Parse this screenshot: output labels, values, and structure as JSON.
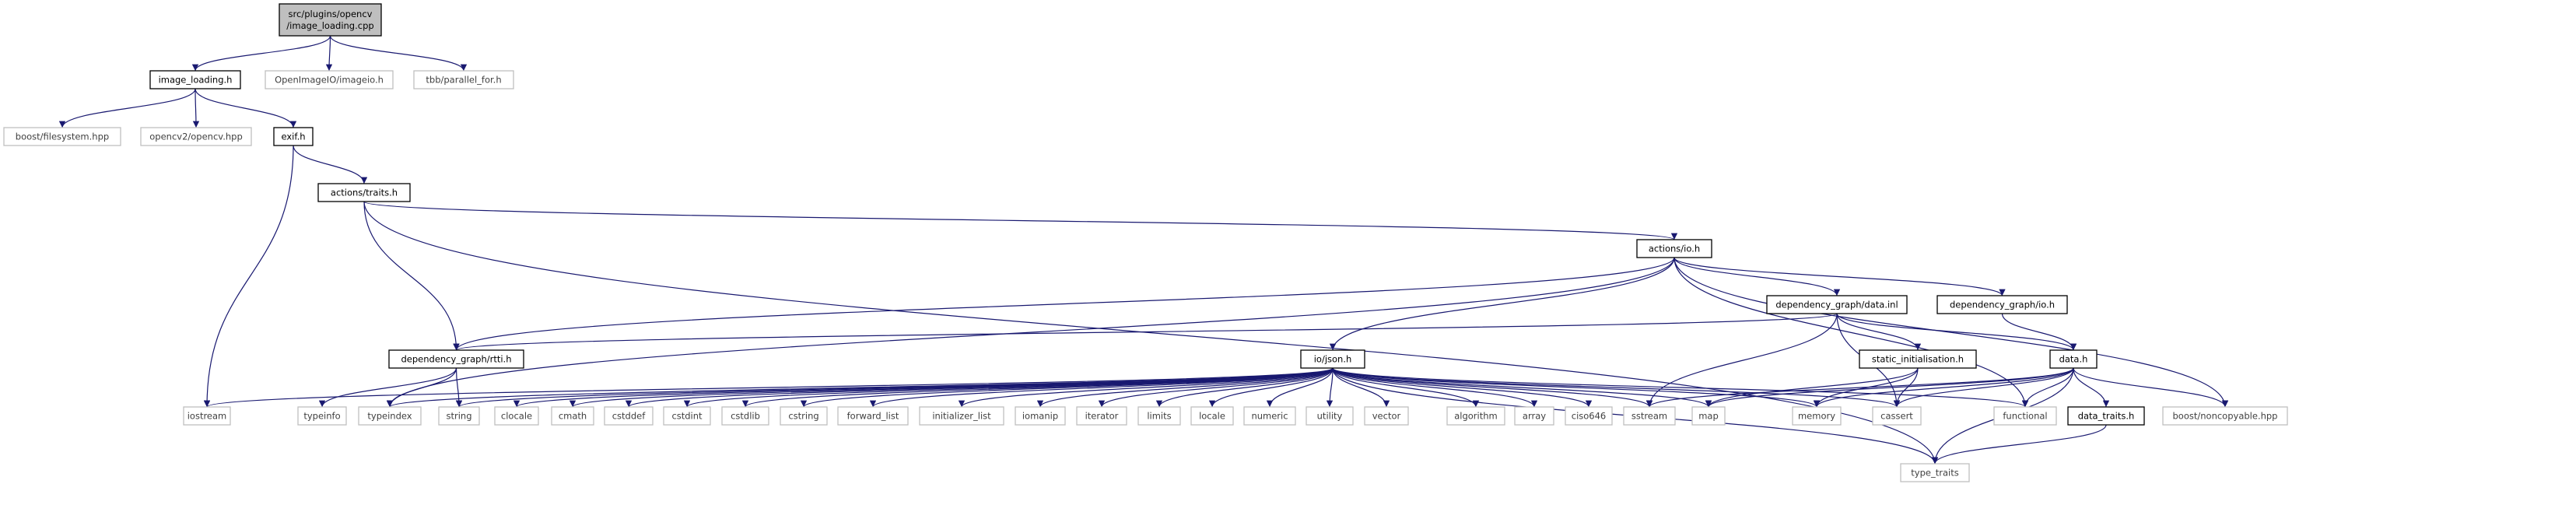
{
  "colors": {
    "edge": "#191970",
    "root_fill": "#bfbfbf",
    "root_border": "#000000",
    "documented_border": "#000000",
    "external_border": "#bfbfbf",
    "documented_text": "#000000",
    "external_text": "#404040"
  },
  "nodes": [
    {
      "id": "root",
      "kind": "root",
      "lines": [
        "src/plugins/opencv",
        "/image_loading.cpp"
      ]
    },
    {
      "id": "image_loading_h",
      "kind": "documented",
      "lines": [
        "image_loading.h"
      ]
    },
    {
      "id": "openimageio",
      "kind": "external",
      "lines": [
        "OpenImageIO/imageio.h"
      ]
    },
    {
      "id": "tbb_parallel_for",
      "kind": "external",
      "lines": [
        "tbb/parallel_for.h"
      ]
    },
    {
      "id": "boost_filesystem",
      "kind": "external",
      "lines": [
        "boost/filesystem.hpp"
      ]
    },
    {
      "id": "opencv2_opencv",
      "kind": "external",
      "lines": [
        "opencv2/opencv.hpp"
      ]
    },
    {
      "id": "exif_h",
      "kind": "documented",
      "lines": [
        "exif.h"
      ]
    },
    {
      "id": "actions_traits",
      "kind": "documented",
      "lines": [
        "actions/traits.h"
      ]
    },
    {
      "id": "actions_io",
      "kind": "documented",
      "lines": [
        "actions/io.h"
      ]
    },
    {
      "id": "dg_data_inl",
      "kind": "documented",
      "lines": [
        "dependency_graph/data.inl"
      ]
    },
    {
      "id": "dg_io_h",
      "kind": "documented",
      "lines": [
        "dependency_graph/io.h"
      ]
    },
    {
      "id": "dg_rtti_h",
      "kind": "documented",
      "lines": [
        "dependency_graph/rtti.h"
      ]
    },
    {
      "id": "io_json_h",
      "kind": "documented",
      "lines": [
        "io/json.h"
      ]
    },
    {
      "id": "static_init_h",
      "kind": "documented",
      "lines": [
        "static_initialisation.h"
      ]
    },
    {
      "id": "data_h",
      "kind": "documented",
      "lines": [
        "data.h"
      ]
    },
    {
      "id": "data_traits_h",
      "kind": "documented",
      "lines": [
        "data_traits.h"
      ]
    },
    {
      "id": "iostream",
      "kind": "external",
      "lines": [
        "iostream"
      ]
    },
    {
      "id": "typeinfo",
      "kind": "external",
      "lines": [
        "typeinfo"
      ]
    },
    {
      "id": "typeindex",
      "kind": "external",
      "lines": [
        "typeindex"
      ]
    },
    {
      "id": "string",
      "kind": "external",
      "lines": [
        "string"
      ]
    },
    {
      "id": "clocale",
      "kind": "external",
      "lines": [
        "clocale"
      ]
    },
    {
      "id": "cmath",
      "kind": "external",
      "lines": [
        "cmath"
      ]
    },
    {
      "id": "cstddef",
      "kind": "external",
      "lines": [
        "cstddef"
      ]
    },
    {
      "id": "cstdint",
      "kind": "external",
      "lines": [
        "cstdint"
      ]
    },
    {
      "id": "cstdlib",
      "kind": "external",
      "lines": [
        "cstdlib"
      ]
    },
    {
      "id": "cstring",
      "kind": "external",
      "lines": [
        "cstring"
      ]
    },
    {
      "id": "forward_list",
      "kind": "external",
      "lines": [
        "forward_list"
      ]
    },
    {
      "id": "initializer_list",
      "kind": "external",
      "lines": [
        "initializer_list"
      ]
    },
    {
      "id": "iomanip",
      "kind": "external",
      "lines": [
        "iomanip"
      ]
    },
    {
      "id": "iterator",
      "kind": "external",
      "lines": [
        "iterator"
      ]
    },
    {
      "id": "limits",
      "kind": "external",
      "lines": [
        "limits"
      ]
    },
    {
      "id": "locale",
      "kind": "external",
      "lines": [
        "locale"
      ]
    },
    {
      "id": "numeric",
      "kind": "external",
      "lines": [
        "numeric"
      ]
    },
    {
      "id": "utility",
      "kind": "external",
      "lines": [
        "utility"
      ]
    },
    {
      "id": "vector",
      "kind": "external",
      "lines": [
        "vector"
      ]
    },
    {
      "id": "algorithm",
      "kind": "external",
      "lines": [
        "algorithm"
      ]
    },
    {
      "id": "array",
      "kind": "external",
      "lines": [
        "array"
      ]
    },
    {
      "id": "ciso646",
      "kind": "external",
      "lines": [
        "ciso646"
      ]
    },
    {
      "id": "sstream",
      "kind": "external",
      "lines": [
        "sstream"
      ]
    },
    {
      "id": "map",
      "kind": "external",
      "lines": [
        "map"
      ]
    },
    {
      "id": "memory",
      "kind": "external",
      "lines": [
        "memory"
      ]
    },
    {
      "id": "cassert",
      "kind": "external",
      "lines": [
        "cassert"
      ]
    },
    {
      "id": "functional",
      "kind": "external",
      "lines": [
        "functional"
      ]
    },
    {
      "id": "boost_noncopyable",
      "kind": "external",
      "lines": [
        "boost/noncopyable.hpp"
      ]
    },
    {
      "id": "type_traits",
      "kind": "external",
      "lines": [
        "type_traits"
      ]
    }
  ],
  "edges": [
    [
      "root",
      "image_loading_h"
    ],
    [
      "root",
      "openimageio"
    ],
    [
      "root",
      "tbb_parallel_for"
    ],
    [
      "image_loading_h",
      "boost_filesystem"
    ],
    [
      "image_loading_h",
      "opencv2_opencv"
    ],
    [
      "image_loading_h",
      "exif_h"
    ],
    [
      "exif_h",
      "iostream"
    ],
    [
      "exif_h",
      "actions_traits"
    ],
    [
      "actions_traits",
      "actions_io"
    ],
    [
      "actions_traits",
      "dg_rtti_h"
    ],
    [
      "actions_traits",
      "type_traits"
    ],
    [
      "actions_io",
      "dg_rtti_h"
    ],
    [
      "actions_io",
      "typeindex"
    ],
    [
      "actions_io",
      "io_json_h"
    ],
    [
      "actions_io",
      "dg_data_inl"
    ],
    [
      "actions_io",
      "dg_io_h"
    ],
    [
      "actions_io",
      "functional"
    ],
    [
      "actions_io",
      "boost_noncopyable"
    ],
    [
      "dg_data_inl",
      "dg_rtti_h"
    ],
    [
      "dg_data_inl",
      "sstream"
    ],
    [
      "dg_data_inl",
      "static_init_h"
    ],
    [
      "dg_data_inl",
      "data_h"
    ],
    [
      "dg_data_inl",
      "cassert"
    ],
    [
      "dg_io_h",
      "data_h"
    ],
    [
      "dg_rtti_h",
      "typeinfo"
    ],
    [
      "dg_rtti_h",
      "typeindex"
    ],
    [
      "dg_rtti_h",
      "string"
    ],
    [
      "io_json_h",
      "iostream"
    ],
    [
      "io_json_h",
      "typeindex"
    ],
    [
      "io_json_h",
      "string"
    ],
    [
      "io_json_h",
      "clocale"
    ],
    [
      "io_json_h",
      "cmath"
    ],
    [
      "io_json_h",
      "cstddef"
    ],
    [
      "io_json_h",
      "cstdint"
    ],
    [
      "io_json_h",
      "cstdlib"
    ],
    [
      "io_json_h",
      "cstring"
    ],
    [
      "io_json_h",
      "forward_list"
    ],
    [
      "io_json_h",
      "initializer_list"
    ],
    [
      "io_json_h",
      "iomanip"
    ],
    [
      "io_json_h",
      "iterator"
    ],
    [
      "io_json_h",
      "limits"
    ],
    [
      "io_json_h",
      "locale"
    ],
    [
      "io_json_h",
      "numeric"
    ],
    [
      "io_json_h",
      "utility"
    ],
    [
      "io_json_h",
      "vector"
    ],
    [
      "io_json_h",
      "algorithm"
    ],
    [
      "io_json_h",
      "array"
    ],
    [
      "io_json_h",
      "ciso646"
    ],
    [
      "io_json_h",
      "sstream"
    ],
    [
      "io_json_h",
      "map"
    ],
    [
      "io_json_h",
      "memory"
    ],
    [
      "io_json_h",
      "cassert"
    ],
    [
      "io_json_h",
      "functional"
    ],
    [
      "io_json_h",
      "type_traits"
    ],
    [
      "static_init_h",
      "map"
    ],
    [
      "static_init_h",
      "memory"
    ],
    [
      "static_init_h",
      "cassert"
    ],
    [
      "data_h",
      "sstream"
    ],
    [
      "data_h",
      "map"
    ],
    [
      "data_h",
      "memory"
    ],
    [
      "data_h",
      "cassert"
    ],
    [
      "data_h",
      "functional"
    ],
    [
      "data_h",
      "data_traits_h"
    ],
    [
      "data_h",
      "boost_noncopyable"
    ],
    [
      "data_h",
      "type_traits"
    ],
    [
      "data_traits_h",
      "type_traits"
    ]
  ]
}
